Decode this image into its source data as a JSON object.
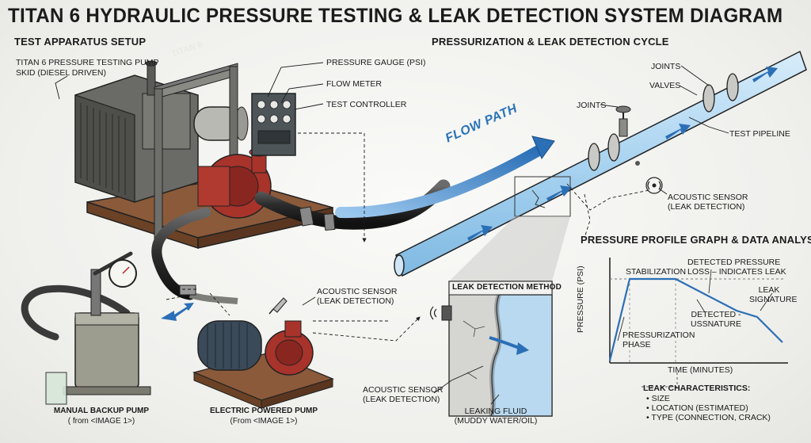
{
  "title": "TITAN 6 HYDRAULIC PRESSURE TESTING & LEAK DETECTION SYSTEM DIAGRAM",
  "sections": {
    "setup": "TEST APPARATUS SETUP",
    "cycle": "PRESSURIZATION & LEAK DETECTION CYCLE",
    "graph": "PRESSURE PROFILE GRAPH & DATA ANALYSIS",
    "leak_method": "LEAK DETECTION METHOD"
  },
  "labels": {
    "pump_skid_1": "TITAN 6 PRESSURE TESTING PUMP",
    "pump_skid_2": "SKID (DIESEL DRIVEN)",
    "skid_badge": "TITAN 6",
    "pressure_gauge": "PRESSURE GAUGE (psi)",
    "flow_meter": "FLOW METER",
    "test_controller": "TEST CONTROLLER",
    "flow_path": "FLOW PATH",
    "joints_top": "JOINTS",
    "valves": "VALVES",
    "joints_left": "JOINTS",
    "test_pipeline": "TEST PIPELINE",
    "acoustic_right_1": "ACOUSTIC SENSOR",
    "acoustic_right_2": "(LEAK DETECTION)",
    "acoustic_mid_1": "ACOUSTIC SENSOR",
    "acoustic_mid_2": "(LEAK DETECTION)",
    "acoustic_bottom_1": "ACOUSTIC SENSOR",
    "acoustic_bottom_2": "(LEAK DETECTION)",
    "leaking_fluid_1": "LEAKING FLUID",
    "leaking_fluid_2": "(MUDDY WATER/OIL)"
  },
  "captions": {
    "manual_pump": "MANUAL BACKUP PUMP",
    "manual_pump_source": "( from <IMAGE 1>)",
    "electric_pump": "ELECTRIC POWERED PUMP",
    "electric_pump_source": "(From <IMAGE 1>)"
  },
  "graph": {
    "ylabel": "PRESSURE (psi)",
    "xlabel": "TIME (minutes)",
    "stabilization": "STABILIZATION",
    "pressure_loss_1": "DETECTED PRESSURE",
    "pressure_loss_2": "LOSS – INDICATES LEAK",
    "leak_sig_1": "LEAK",
    "leak_sig_2": "SIGNATURE",
    "detected_1": "DETECTED -",
    "detected_2": "USSNATURE",
    "pressurization_1": "PRESSURIZATION",
    "pressurization_2": "PHASE"
  },
  "leak_characteristics": {
    "title": "LEAK CHARACTERISTICS:",
    "items": [
      "• SIZE",
      "• LOCATION (ESTIMATED)",
      "• TYPE (CONNECTION, CRACK)"
    ]
  },
  "colors": {
    "flow_blue": "#2b6fb6",
    "pipe_water": "#a9d3f0",
    "pump_red": "#a8332b",
    "skid_brown": "#8a5a3a"
  }
}
